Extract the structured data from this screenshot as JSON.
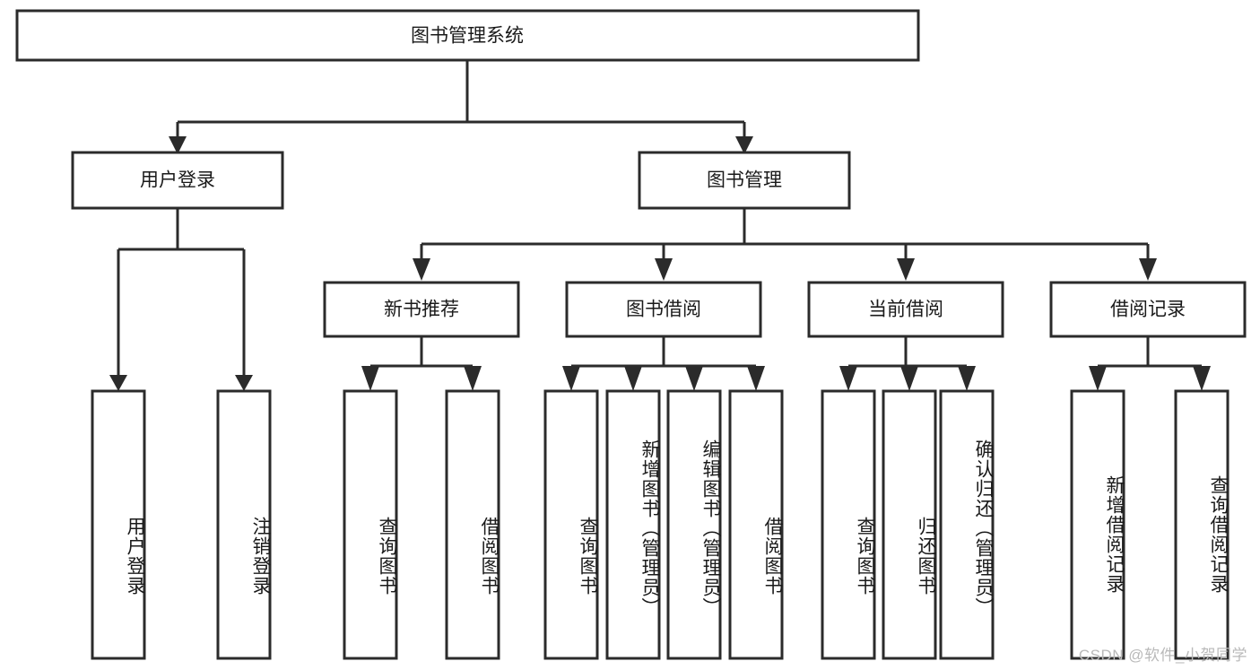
{
  "diagram": {
    "type": "tree-hierarchy",
    "title": "图书管理系统",
    "watermark": "CSDN @软件_小贺同学",
    "colors": {
      "stroke": "#2b2b2b",
      "fill": "#ffffff",
      "text": "#1a1a1a",
      "watermark": "#b9b9b9",
      "background": "#ffffff"
    },
    "levels": {
      "root": {
        "label": "图书管理系统"
      },
      "level2": [
        {
          "label": "用户登录"
        },
        {
          "label": "图书管理"
        }
      ],
      "level3": [
        {
          "label": "新书推荐"
        },
        {
          "label": "图书借阅"
        },
        {
          "label": "当前借阅"
        },
        {
          "label": "借阅记录"
        }
      ],
      "leaves": {
        "user_login": [
          {
            "label": "用户登录"
          },
          {
            "label": "注销登录"
          }
        ],
        "new_book_recommend": [
          {
            "label": "查询图书"
          },
          {
            "label": "借阅图书"
          }
        ],
        "book_borrow": [
          {
            "label": "查询图书"
          },
          {
            "label": "新增图书（管理员）"
          },
          {
            "label": "编辑图书（管理员）"
          },
          {
            "label": "借阅图书"
          }
        ],
        "current_borrow": [
          {
            "label": "查询图书"
          },
          {
            "label": "归还图书"
          },
          {
            "label": "确认归还（管理员）"
          }
        ],
        "borrow_records": [
          {
            "label": "新增借阅记录"
          },
          {
            "label": "查询借阅记录"
          }
        ]
      }
    }
  }
}
